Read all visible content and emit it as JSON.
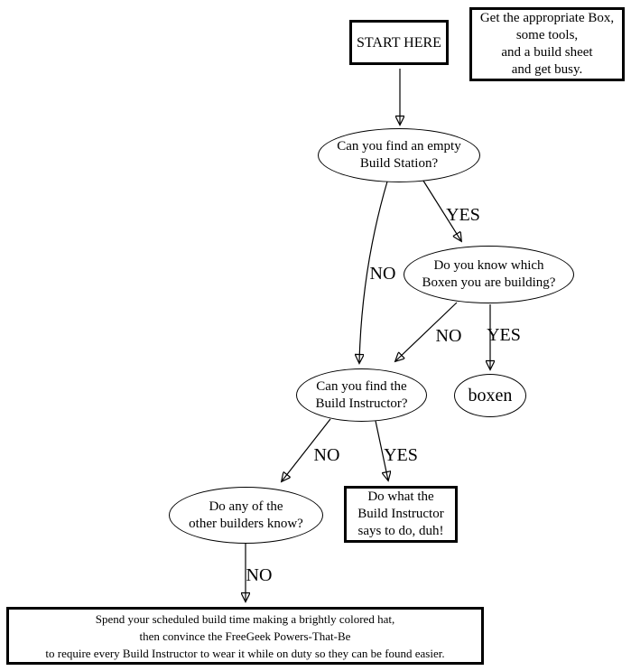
{
  "diagram": {
    "nodes": {
      "start": {
        "label": "START HERE"
      },
      "instructions": {
        "lines": [
          "Get the appropriate Box,",
          "some tools,",
          "and a build sheet",
          "and get busy."
        ]
      },
      "q_build_station": {
        "lines": [
          "Can you find an empty",
          "Build Station?"
        ]
      },
      "q_which_boxen": {
        "lines": [
          "Do you know which",
          "Boxen you are building?"
        ]
      },
      "q_build_instructor": {
        "lines": [
          "Can you find the",
          "Build Instructor?"
        ]
      },
      "boxen": {
        "label": "boxen"
      },
      "q_other_builders": {
        "lines": [
          "Do any of the",
          "other builders know?"
        ]
      },
      "do_what_instructor": {
        "lines": [
          "Do what the",
          "Build Instructor",
          "says to do, duh!"
        ]
      },
      "hat_plan": {
        "lines": [
          "Spend your scheduled build time making a brightly colored hat,",
          "then convince the FreeGeek Powers-That-Be",
          "to require every Build Instructor to wear it while on duty so they can be found easier."
        ]
      }
    },
    "edge_labels": {
      "station_yes": "YES",
      "station_no": "NO",
      "which_no": "NO",
      "which_yes": "YES",
      "instructor_no": "NO",
      "instructor_yes": "YES",
      "builders_no": "NO"
    },
    "colors": {
      "ink": "#000000",
      "background": "#ffffff"
    }
  }
}
